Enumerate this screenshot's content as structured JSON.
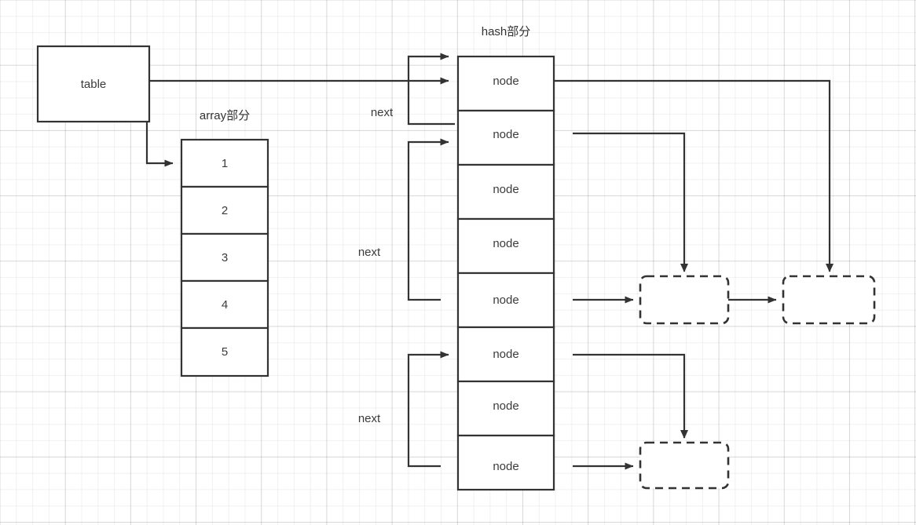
{
  "diagram": {
    "title_hash": "hash部分",
    "title_array": "array部分",
    "root_box": {
      "label": "table"
    },
    "array_section": {
      "label": "array部分",
      "cells": [
        {
          "label": "1"
        },
        {
          "label": "2"
        },
        {
          "label": "3"
        },
        {
          "label": "4"
        },
        {
          "label": "5"
        }
      ]
    },
    "hash_section": {
      "label": "hash部分",
      "nodes": [
        {
          "label": "node"
        },
        {
          "label": "node"
        },
        {
          "label": "node"
        },
        {
          "label": "node"
        },
        {
          "label": "node"
        },
        {
          "label": "node"
        },
        {
          "label": "node"
        },
        {
          "label": "node"
        }
      ]
    },
    "next_labels": [
      {
        "label": "next"
      },
      {
        "label": "next"
      },
      {
        "label": "next"
      }
    ],
    "dashed_boxes": [
      {
        "label": ""
      },
      {
        "label": ""
      },
      {
        "label": ""
      }
    ],
    "colors": {
      "stroke": "#333333",
      "box_fill": "#ffffff",
      "text": "#3b3b3b",
      "grid_minor": "#eeeeee",
      "grid_major": "#e2e2e2"
    }
  }
}
